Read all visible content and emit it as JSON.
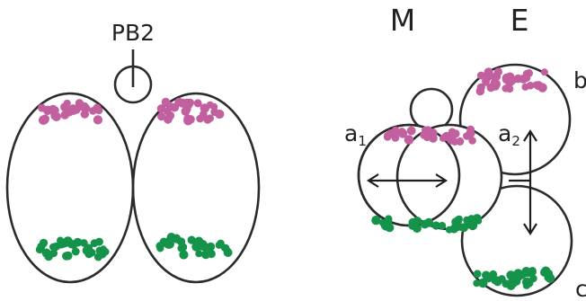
{
  "left_panel": {
    "polar_body_label": "PB2"
  },
  "right_panel": {
    "col_m": "M",
    "col_e": "E",
    "label_a1": "a",
    "label_a1_sub": "1",
    "label_a2": "a",
    "label_a2_sub": "2",
    "label_b": "b",
    "label_c": "c"
  },
  "colors": {
    "outline": "#2b2b2b",
    "animal_pole_dots": "#c2609f",
    "vegetal_pole_dots": "#16934a"
  }
}
